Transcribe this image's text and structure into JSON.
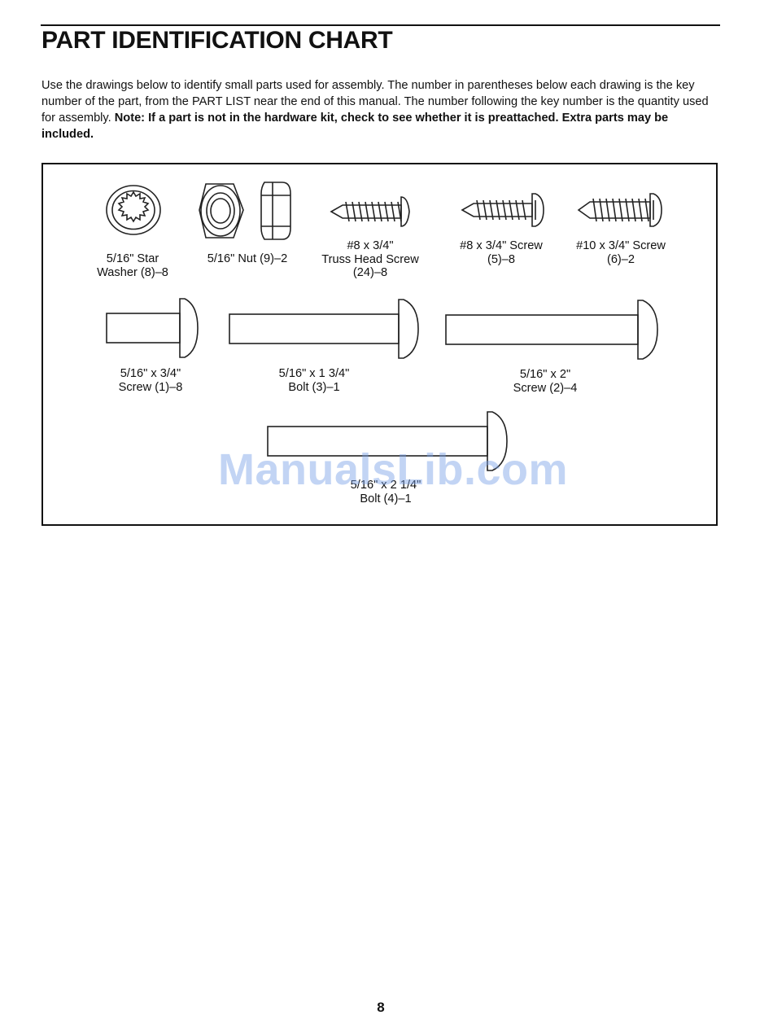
{
  "document": {
    "title": "PART IDENTIFICATION CHART",
    "intro_text": "Use the drawings below to identify small parts used for assembly. The number in parentheses below each drawing is the key number of the part, from the PART LIST near the end of this manual. The number following the key number is the quantity used for assembly. ",
    "intro_note": "Note: If a part is not in the hardware kit, check to see whether it is preattached. Extra parts may be included.",
    "page_number": "8",
    "watermark": "ManualsLib.com"
  },
  "parts": [
    {
      "icon": "star-washer-icon",
      "lines": [
        "5/16\" Star",
        "Washer (8)–8"
      ]
    },
    {
      "icon": "nut-icon",
      "lines": [
        "5/16\" Nut (9)–2"
      ]
    },
    {
      "icon": "truss-head-screw-icon",
      "lines": [
        "#8 x 3/4\"",
        "Truss Head Screw",
        "(24)–8"
      ]
    },
    {
      "icon": "screw-icon",
      "lines": [
        "#8 x 3/4\" Screw",
        "(5)–8"
      ]
    },
    {
      "icon": "screw-icon",
      "lines": [
        "#10 x 3/4\" Screw",
        "(6)–2"
      ]
    },
    {
      "icon": "bolt-icon",
      "lines": [
        "5/16\" x 3/4\"",
        "Screw (1)–8"
      ]
    },
    {
      "icon": "bolt-icon",
      "lines": [
        "5/16\" x 1 3/4\"",
        "Bolt (3)–1"
      ]
    },
    {
      "icon": "bolt-icon",
      "lines": [
        "5/16\" x 2\"",
        "Screw (2)–4"
      ]
    },
    {
      "icon": "bolt-icon",
      "lines": [
        "5/16\" x 2 1/4\"",
        "Bolt (4)–1"
      ]
    }
  ]
}
